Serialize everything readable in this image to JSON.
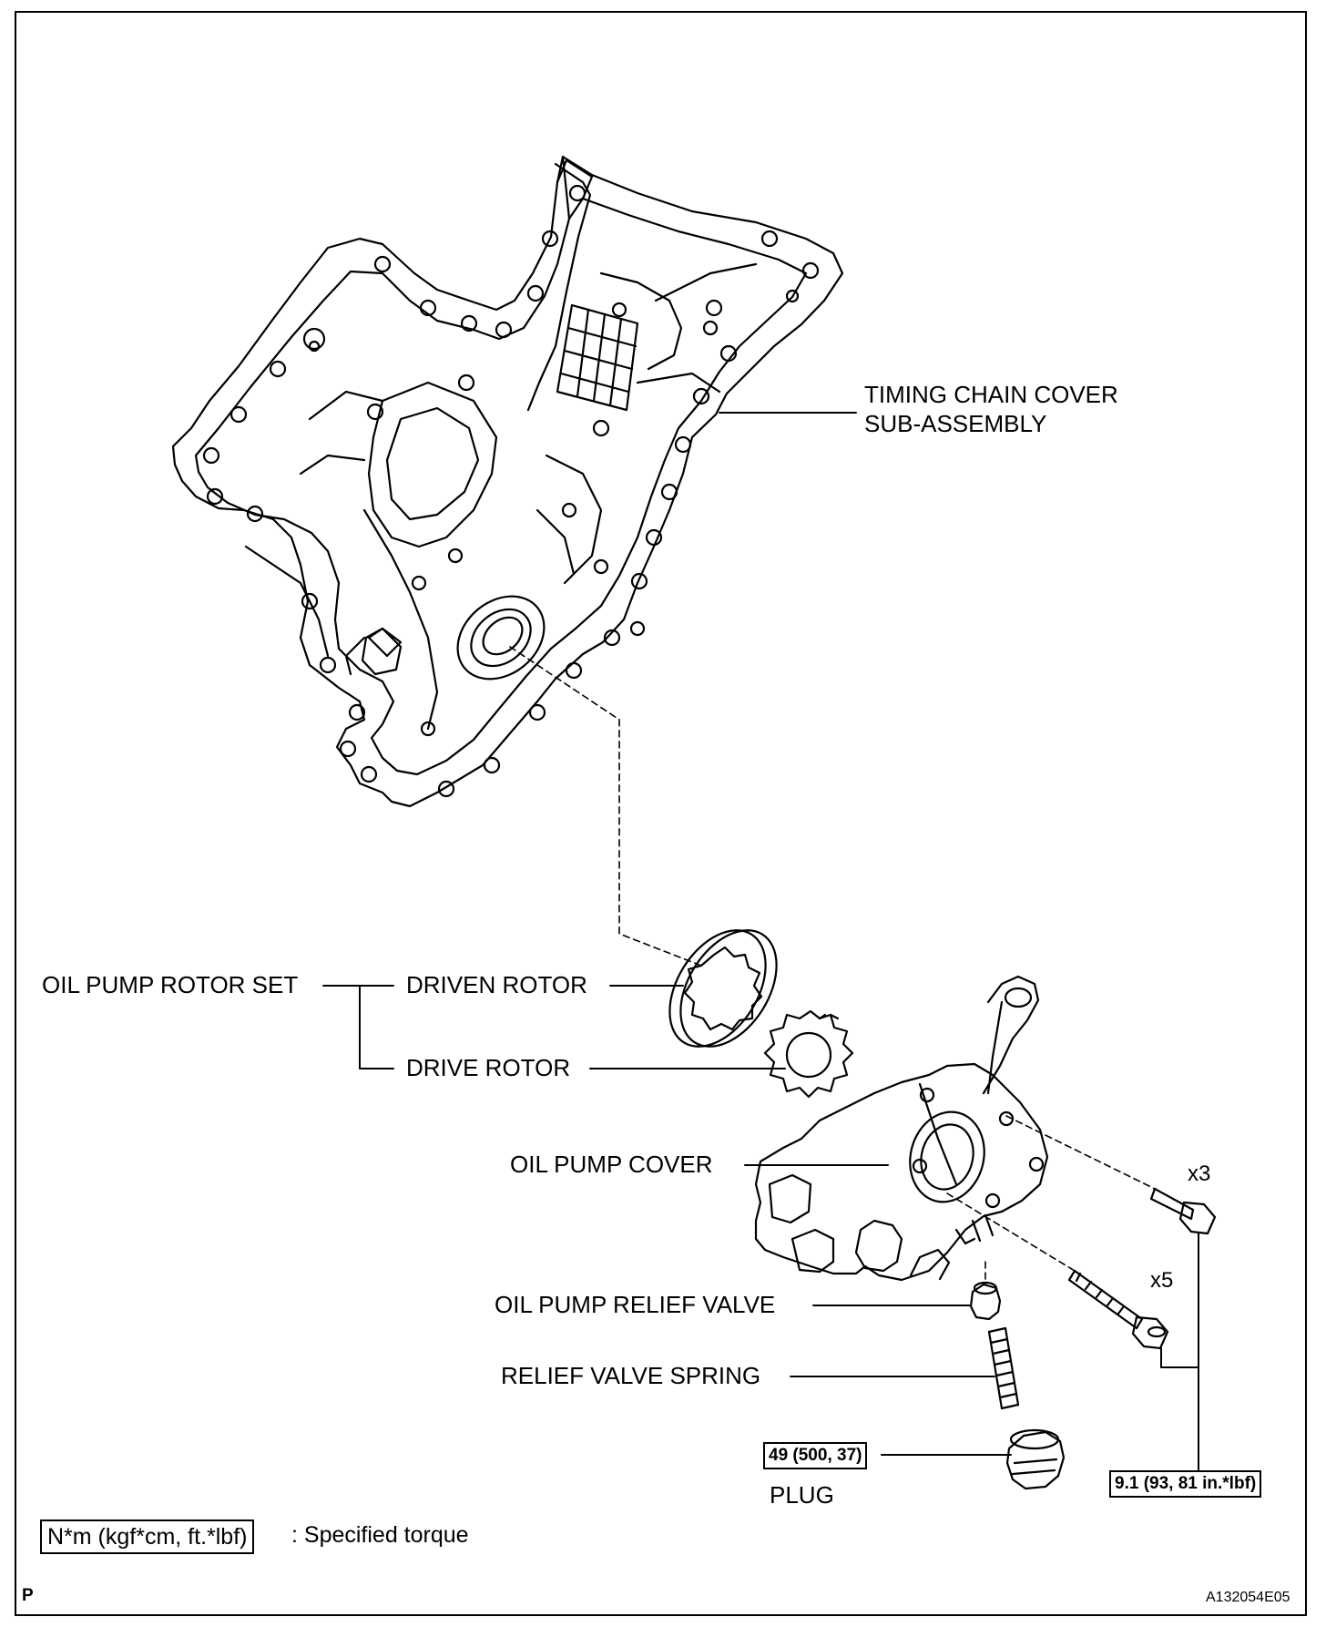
{
  "labels": {
    "timing_chain_cover_1": "TIMING CHAIN COVER",
    "timing_chain_cover_2": "SUB-ASSEMBLY",
    "oil_pump_rotor_set": "OIL PUMP ROTOR SET",
    "driven_rotor": "DRIVEN ROTOR",
    "drive_rotor": "DRIVE ROTOR",
    "oil_pump_cover": "OIL PUMP COVER",
    "oil_pump_relief_valve": "OIL PUMP RELIEF VALVE",
    "relief_valve_spring": "RELIEF VALVE SPRING",
    "plug": "PLUG",
    "qty_x3": "x3",
    "qty_x5": "x5"
  },
  "torque": {
    "plug": "49 (500, 37)",
    "bolts": "9.1 (93, 81 in.*lbf)"
  },
  "legend": {
    "unit_box": "N*m (kgf*cm, ft.*lbf)",
    "description": ": Specified torque"
  },
  "footer": {
    "corner_mark": "P",
    "figure_id": "A132054E05"
  },
  "colors": {
    "line": "#000000",
    "background": "#ffffff"
  }
}
